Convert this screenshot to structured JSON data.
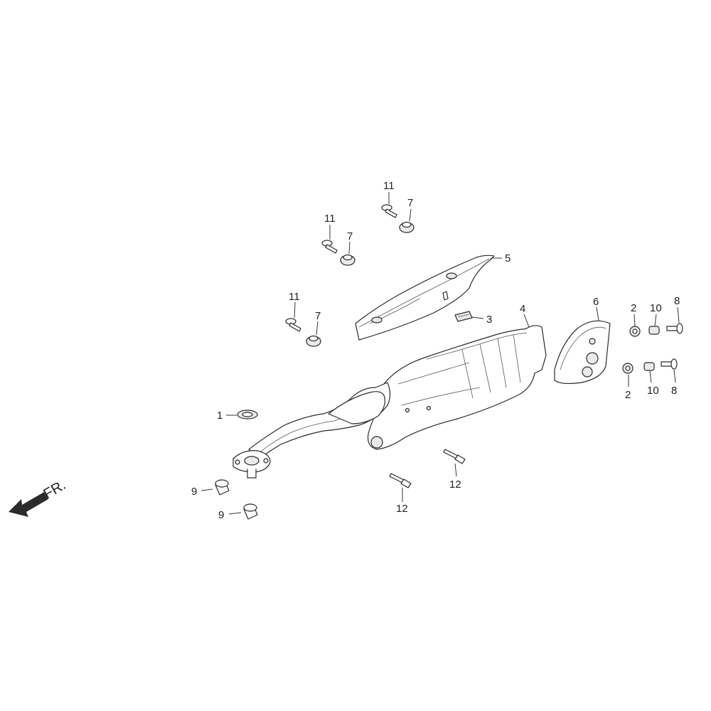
{
  "direction_label": "FR.",
  "callouts": {
    "c1": "1",
    "c2a": "2",
    "c2b": "2",
    "c3": "3",
    "c4": "4",
    "c5": "5",
    "c6": "6",
    "c7a": "7",
    "c7b": "7",
    "c7c": "7",
    "c8a": "8",
    "c8b": "8",
    "c9a": "9",
    "c9b": "9",
    "c10a": "10",
    "c10b": "10",
    "c11a": "11",
    "c11b": "11",
    "c11c": "11",
    "c12a": "12",
    "c12b": "12"
  }
}
